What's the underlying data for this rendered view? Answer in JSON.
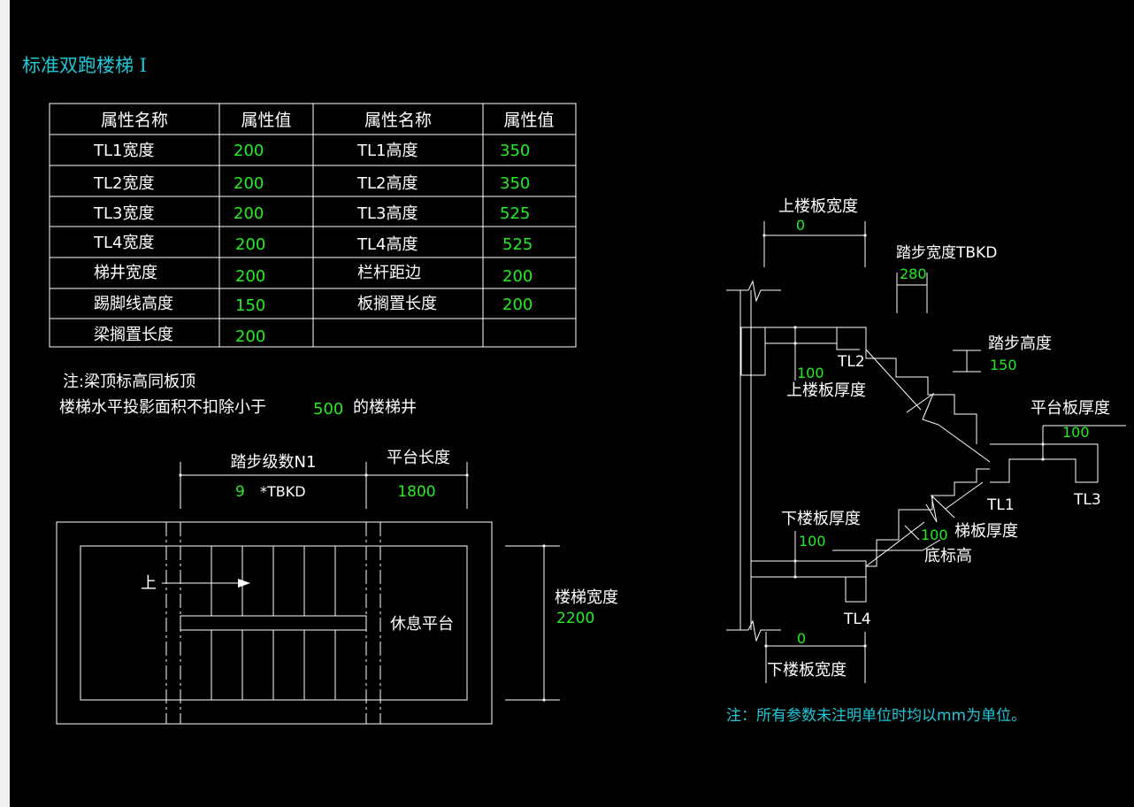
{
  "title": "标准双跑楼梯 I",
  "colors": {
    "background": "#000000",
    "line": "#ffffff",
    "value": "#22ee22",
    "title": "#1ec8d8"
  },
  "table": {
    "headers": [
      "属性名称",
      "属性值",
      "属性名称",
      "属性值"
    ],
    "rows": [
      [
        "TL1宽度",
        "200",
        "TL1高度",
        "350"
      ],
      [
        "TL2宽度",
        "200",
        "TL2高度",
        "350"
      ],
      [
        "TL3宽度",
        "200",
        "TL3高度",
        "525"
      ],
      [
        "TL4宽度",
        "200",
        "TL4高度",
        "525"
      ],
      [
        "梯井宽度",
        "200",
        "栏杆距边",
        "200"
      ],
      [
        "踢脚线高度",
        "150",
        "板搁置长度",
        "200"
      ],
      [
        "梁搁置长度",
        "200",
        "",
        ""
      ]
    ]
  },
  "notes": {
    "beam_top": "注:梁顶标高同板顶",
    "area_prefix": "楼梯水平投影面积不扣除小于",
    "area_value": "500",
    "area_suffix": "的楼梯井",
    "units": "注：所有参数未注明单位时均以mm为单位。"
  },
  "plan": {
    "steps_label": "踏步级数N1",
    "steps_value": "9",
    "steps_unit": "*TBKD",
    "landing_label": "平台长度",
    "landing_value": "1800",
    "up_label": "上",
    "rest_label": "休息平台",
    "width_label": "楼梯宽度",
    "width_value": "2200"
  },
  "section": {
    "upper_slab_width_label": "上楼板宽度",
    "upper_slab_width_value": "0",
    "tread_width_label": "踏步宽度TBKD",
    "tread_width_value": "280",
    "riser_height_label": "踏步高度",
    "riser_height_value": "150",
    "upper_slab_thickness_label": "上楼板厚度",
    "upper_slab_thickness_value": "100",
    "platform_thickness_label": "平台板厚度",
    "platform_thickness_value": "100",
    "lower_slab_thickness_label": "下楼板厚度",
    "lower_slab_thickness_value": "100",
    "stair_slab_thickness_label": "梯板厚度",
    "stair_slab_thickness_value": "100",
    "bottom_elevation_label": "底标高",
    "lower_slab_width_label": "下楼板宽度",
    "lower_slab_width_value": "0",
    "tl1": "TL1",
    "tl2": "TL2",
    "tl3": "TL3",
    "tl4": "TL4"
  }
}
